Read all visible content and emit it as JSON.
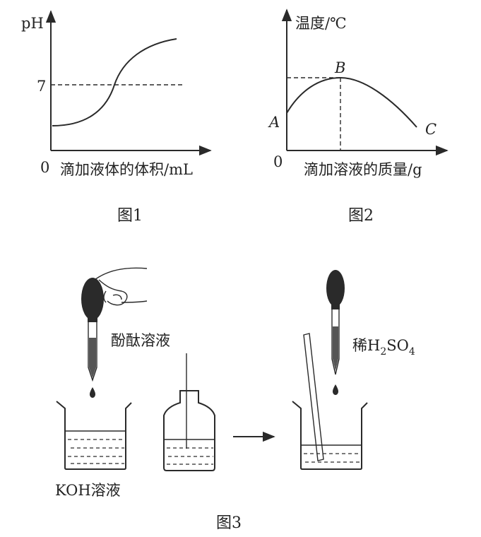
{
  "figure1": {
    "y_axis_label": "pH",
    "x_axis_label": "滴加液体的体积/mL",
    "origin_label": "0",
    "y_tick_label": "7",
    "caption": "图1"
  },
  "figure2": {
    "y_axis_label": "温度/℃",
    "x_axis_label": "滴加溶液的质量/g",
    "origin_label": "0",
    "point_a": "A",
    "point_b": "B",
    "point_c": "C",
    "caption": "图2"
  },
  "figure3": {
    "phenolphthalein_label": "酚酞溶液",
    "koh_label": "KOH溶液",
    "acid_label_prefix": "稀H",
    "acid_sub1": "2",
    "acid_mid": "SO",
    "acid_sub2": "4",
    "caption": "图3"
  }
}
